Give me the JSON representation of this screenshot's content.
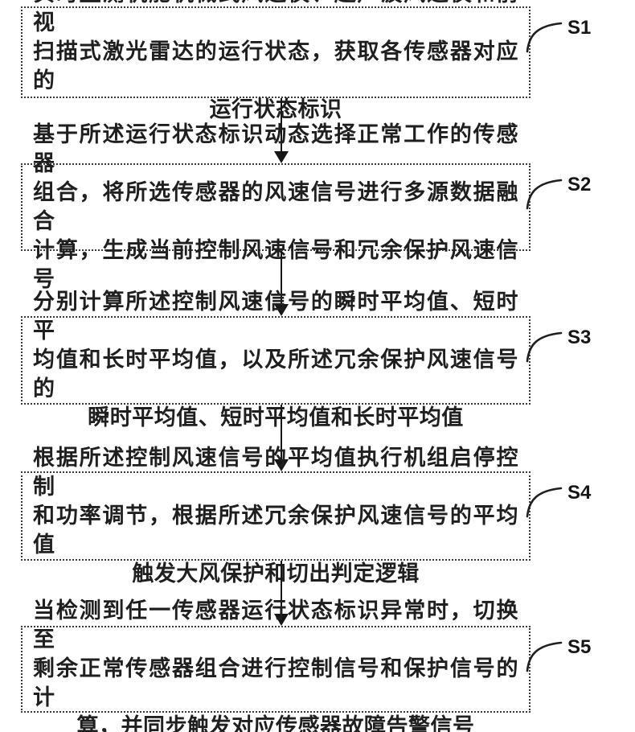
{
  "figure": {
    "kind": "patent-method-flowchart",
    "background_color": "#ffffff",
    "ink_color": "#1f1f1f",
    "border_color": "#3a3a3a"
  },
  "steps": [
    {
      "label": "S1",
      "lines": [
        "实时监测机舱机械式风速仪、超声波风速仪和前视",
        "扫描式激光雷达的运行状态，获取各传感器对应的",
        "运行状态标识"
      ]
    },
    {
      "label": "S2",
      "lines": [
        "基于所述运行状态标识动态选择正常工作的传感器",
        "组合，将所选传感器的风速信号进行多源数据融合",
        "计算，生成当前控制风速信号和冗余保护风速信号"
      ]
    },
    {
      "label": "S3",
      "lines": [
        "分别计算所述控制风速信号的瞬时平均值、短时平",
        "均值和长时平均值，以及所述冗余保护风速信号的",
        "瞬时平均值、短时平均值和长时平均值"
      ]
    },
    {
      "label": "S4",
      "lines": [
        "根据所述控制风速信号的平均值执行机组启停控制",
        "和功率调节，根据所述冗余保护风速信号的平均值",
        "触发大风保护和切出判定逻辑"
      ]
    },
    {
      "label": "S5",
      "lines": [
        "当检测到任一传感器运行状态标识异常时，切换至",
        "剩余正常传感器组合进行控制信号和保护信号的计",
        "算，并同步触发对应传感器故障告警信号"
      ]
    }
  ]
}
